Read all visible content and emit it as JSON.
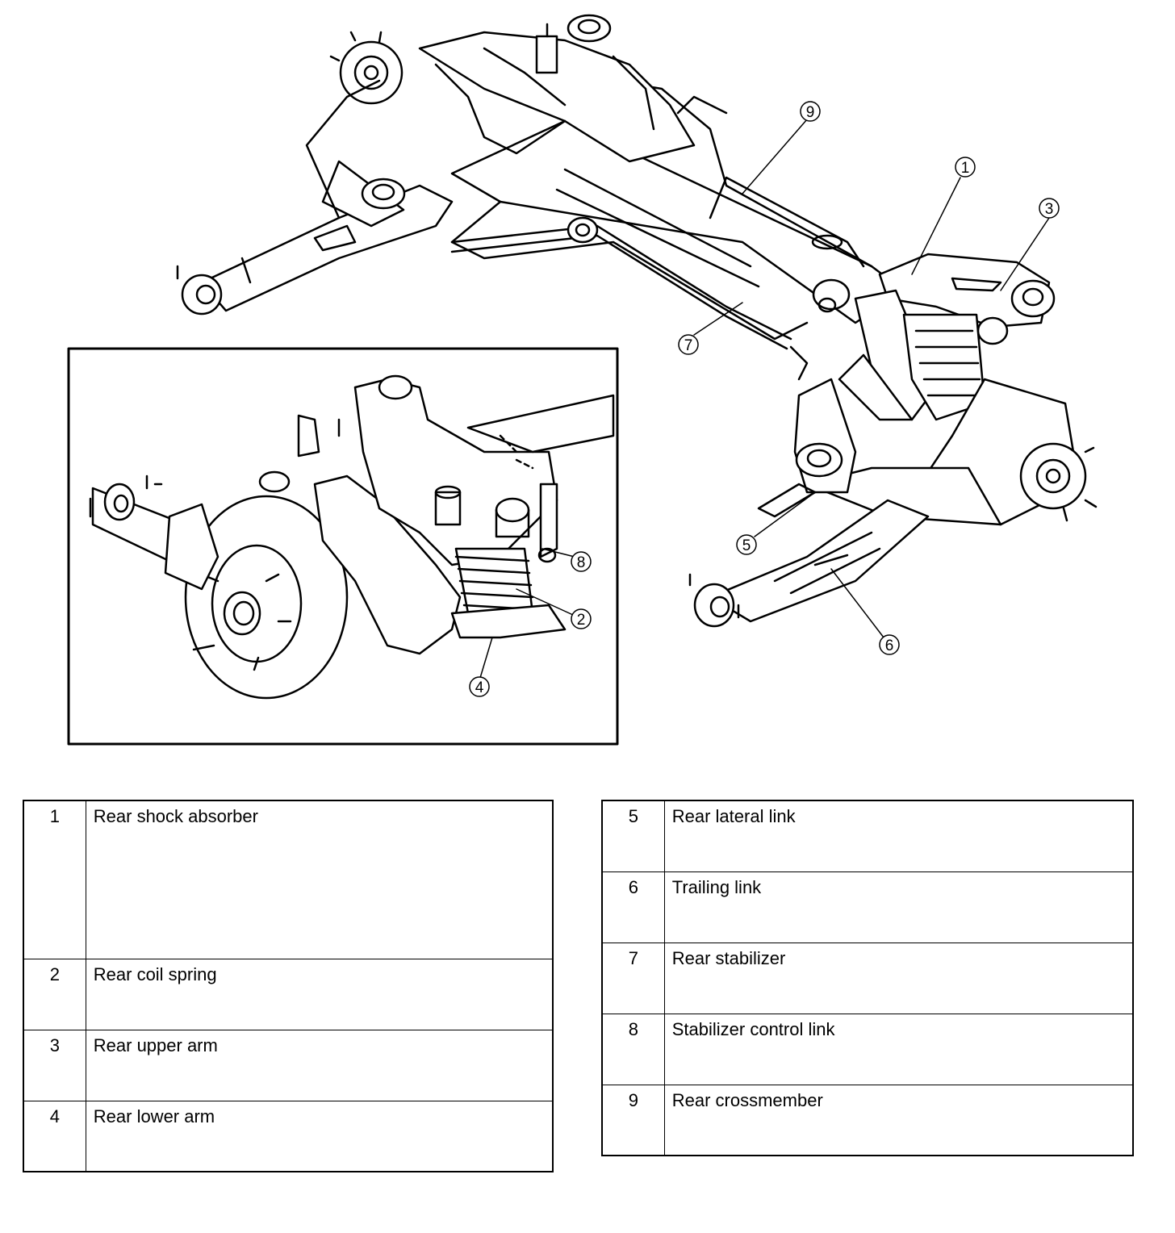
{
  "callouts": [
    "1",
    "2",
    "3",
    "4",
    "5",
    "6",
    "7",
    "8",
    "9"
  ],
  "legend": {
    "left": [
      {
        "num": "1",
        "label": "Rear shock absorber"
      },
      {
        "num": "2",
        "label": "Rear coil spring"
      },
      {
        "num": "3",
        "label": "Rear upper arm"
      },
      {
        "num": "4",
        "label": "Rear lower arm"
      }
    ],
    "right": [
      {
        "num": "5",
        "label": "Rear lateral link"
      },
      {
        "num": "6",
        "label": "Trailing link"
      },
      {
        "num": "7",
        "label": "Rear stabilizer"
      },
      {
        "num": "8",
        "label": "Stabilizer control link"
      },
      {
        "num": "9",
        "label": "Rear crossmember"
      }
    ]
  }
}
